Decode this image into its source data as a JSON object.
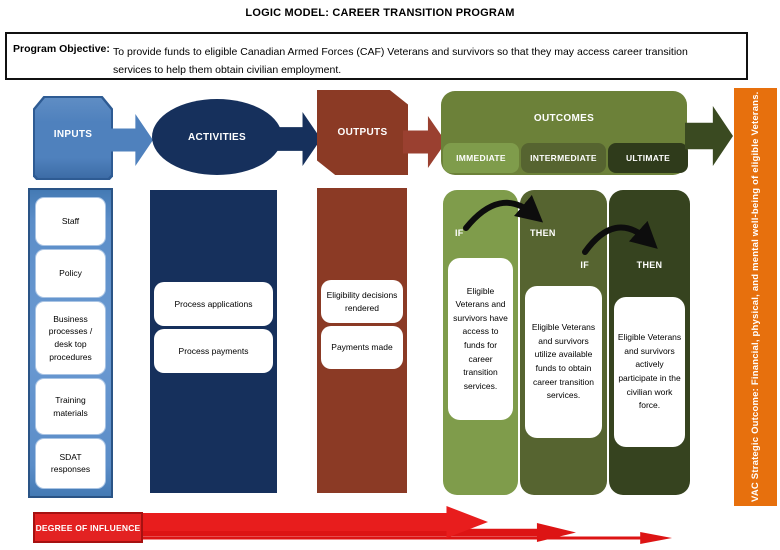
{
  "title": "LOGIC MODEL: CAREER TRANSITION PROGRAM",
  "objective": {
    "label": "Program Objective:",
    "text": "To provide funds to eligible Canadian Armed Forces (CAF) Veterans and survivors so that they may access career transition services to help them obtain civilian employment."
  },
  "flow": {
    "inputs_label": "INPUTS",
    "activities_label": "ACTIVITIES",
    "outputs_label": "OUTPUTS",
    "outcomes_label": "OUTCOMES",
    "stages": [
      {
        "label": "IMMEDIATE"
      },
      {
        "label": "INTERMEDIATE"
      },
      {
        "label": "ULTIMATE"
      }
    ]
  },
  "inputs": {
    "items": [
      "Staff",
      "Policy",
      "Business processes / desk top procedures",
      "Training materials",
      "SDAT responses"
    ]
  },
  "activities": {
    "items": [
      "Process applications",
      "Process payments"
    ]
  },
  "outputs": {
    "items": [
      "Eligibility decisions rendered",
      "Payments made"
    ]
  },
  "outcomes": {
    "immediate": {
      "if_label": "IF",
      "text": "Eligible Veterans and survivors have access to funds for career transition services."
    },
    "intermediate": {
      "then_label": "THEN",
      "if_label": "IF",
      "text": "Eligible Veterans and survivors utilize available funds to obtain career transition services."
    },
    "ultimate": {
      "then_label": "THEN",
      "text": "Eligible Veterans and survivors actively participate in the civilian work force."
    }
  },
  "strategic_outcome": "VAC Strategic Outcome: Financial, physical, and mental well-being of eligible Veterans.",
  "degree_of_influence": "DEGREE OF INFLUENCE",
  "palette": {
    "blue": "#4f81bd",
    "navy": "#16305c",
    "dark_red": "#8b3a25",
    "olive": "#6c8139",
    "olive_light": "#7f9c4b",
    "olive_medium": "#566430",
    "olive_dark": "#2f3b1b",
    "orange": "#e7700d",
    "red": "#e32222"
  }
}
